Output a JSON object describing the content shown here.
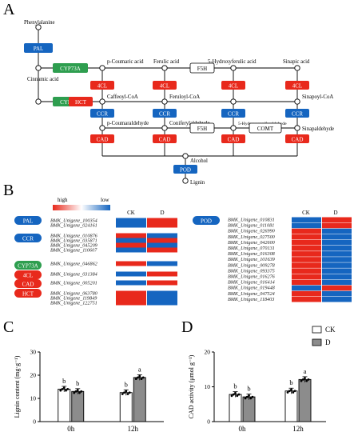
{
  "panels": {
    "a": "A",
    "b": "B",
    "c": "C",
    "d": "D"
  },
  "colors": {
    "blue": "#1565c0",
    "red": "#e8291c",
    "green": "#2e9e4f",
    "line": "#000000",
    "bar_ck": "#ffffff",
    "bar_d": "#8c8c8c"
  },
  "pathway": {
    "compounds": {
      "phenylalanine": "Phenylalanine",
      "cinnamic": "Cinnamic acid",
      "p_coumaric": "p-Coumaric acid",
      "ferulic": "Ferulic acid",
      "hydroxyferulic": "5-Hydroxyferulic acid",
      "sinapic": "Sinapic acid",
      "caffeoyl": "Caffeoyl-CoA",
      "feruloyl": "Feruloyl-CoA",
      "sinapoyl": "Sinapoyl-CoA",
      "p_coumaraldehyde": "p-Coumaraldehyde",
      "coniferaldehyde": "Coniferylaldehyde",
      "hydroxyconiferaldehyde": "5-Hydroxyconiferaldehyde",
      "sinapaldehyde": "Sinapaldehyde",
      "alcohol": "Alcohol",
      "lignin": "Lignin"
    },
    "enzymes": {
      "pal": "PAL",
      "cyp73a": "CYP73A",
      "hct": "HCT",
      "f5h": "F5H",
      "c4l": "4CL",
      "ccr": "CCR",
      "cad": "CAD",
      "comt": "COMT",
      "pod": "POD"
    }
  },
  "heatmap": {
    "legend_high": "high",
    "legend_low": "low",
    "col_ck": "CK",
    "col_d": "D",
    "left_genes": [
      "BMK_Unigene_100354",
      "BMK_Unigene_024161",
      "BMK_Unigene_010876",
      "BMK_Unigene_035871",
      "BMK_Unigene_045209",
      "BMK_Unigene_110607",
      "BMK_Unigene_046862",
      "BMK_Unigene_031384",
      "BMK_Unigene_005201",
      "BMK_Unigene_063780",
      "BMK_Unigene_119849",
      "BMK_Unigene_122751"
    ],
    "left_groups": [
      "PAL",
      "CCR",
      "CYP73A",
      "4CL",
      "CAD",
      "HCT"
    ],
    "right_genes": [
      "BMK_Unigene_010831",
      "BMK_Unigene_011081",
      "BMK_Unigene_026990",
      "BMK_Unigene_027500",
      "BMK_Unigene_042600",
      "BMK_Unigene_070131",
      "BMK_Unigene_016308",
      "BMK_Unigene_101639",
      "BMK_Unigene_009278",
      "BMK_Unigene_093375",
      "BMK_Unigene_016276",
      "BMK_Unigene_016414",
      "BMK_Unigene_019448",
      "BMK_Unigene_047524",
      "BMK_Unigene_118403"
    ],
    "right_group": "POD"
  },
  "chart_data": [
    {
      "type": "bar",
      "categories": [
        "0h",
        "12h"
      ],
      "series": [
        {
          "name": "CK",
          "values": [
            14,
            12.5
          ]
        },
        {
          "name": "D",
          "values": [
            13,
            19
          ]
        }
      ],
      "ylabel": "Lignin content (mg·g⁻¹)",
      "ylim": [
        0,
        30
      ],
      "yticks": [
        "0",
        "10",
        "20",
        "30"
      ],
      "significance": [
        [
          "b",
          "b"
        ],
        [
          "b",
          "a"
        ]
      ]
    },
    {
      "type": "bar",
      "categories": [
        "0h",
        "12h"
      ],
      "series": [
        {
          "name": "CK",
          "values": [
            7.8,
            8.8
          ]
        },
        {
          "name": "D",
          "values": [
            7.1,
            12.1
          ]
        }
      ],
      "ylabel": "CAD activity (μmol g⁻¹)",
      "ylim": [
        0,
        20
      ],
      "yticks": [
        "0",
        "10",
        "20"
      ],
      "significance": [
        [
          "b",
          "b"
        ],
        [
          "b",
          "a"
        ]
      ]
    }
  ],
  "legend": {
    "ck": "CK",
    "d": "D"
  }
}
